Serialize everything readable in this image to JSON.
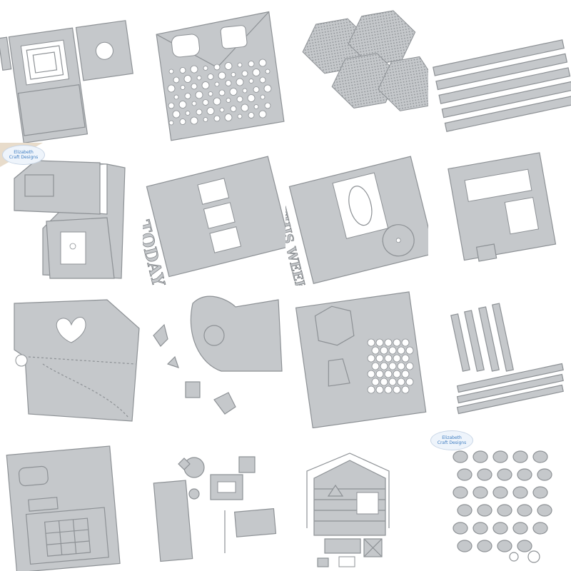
{
  "grid": {
    "rows": 4,
    "columns": 4
  },
  "colors": {
    "die_fill": "#c5c8cb",
    "die_outline": "#8d9195",
    "background": "#ffffff",
    "logo_tint": "#eef4fb"
  },
  "brand_logo": "Elizabeth Craft Designs",
  "tiles": [
    {
      "id": "die-set-1"
    },
    {
      "id": "die-set-2"
    },
    {
      "id": "die-set-3"
    },
    {
      "id": "die-set-4"
    },
    {
      "id": "die-set-5",
      "has_logo": true
    },
    {
      "id": "die-set-6",
      "word": "TODAY"
    },
    {
      "id": "die-set-7",
      "word": "THIS WEEK"
    },
    {
      "id": "die-set-8"
    },
    {
      "id": "die-set-9"
    },
    {
      "id": "die-set-10"
    },
    {
      "id": "die-set-11"
    },
    {
      "id": "die-set-12"
    },
    {
      "id": "die-set-13"
    },
    {
      "id": "die-set-14"
    },
    {
      "id": "die-set-15"
    },
    {
      "id": "die-set-16",
      "has_logo": true
    }
  ]
}
